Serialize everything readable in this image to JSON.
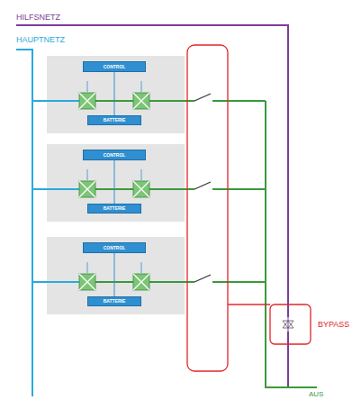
{
  "diagram": {
    "nodes": [
      {
        "text": [
          "CONTROL"
        ]
      },
      {
        "text": [
          "BATTERIE"
        ]
      },
      {
        "text": [
          "CONTROL"
        ]
      },
      {
        "text": [
          "BATTERIE"
        ]
      },
      {
        "text": [
          "CONTROL"
        ]
      },
      {
        "text": [
          "BATTERIE"
        ]
      }
    ],
    "edges": [
      {
        "from": 0,
        "to": 1,
        "arrow": "none"
      },
      {
        "from": 2,
        "to": 3,
        "arrow": "none"
      },
      {
        "from": 4,
        "to": 5,
        "arrow": "none"
      }
    ],
    "labels": [
      "HILFSNETZ",
      "HAUPTNETZ",
      "BYPASS",
      "AUS"
    ]
  }
}
